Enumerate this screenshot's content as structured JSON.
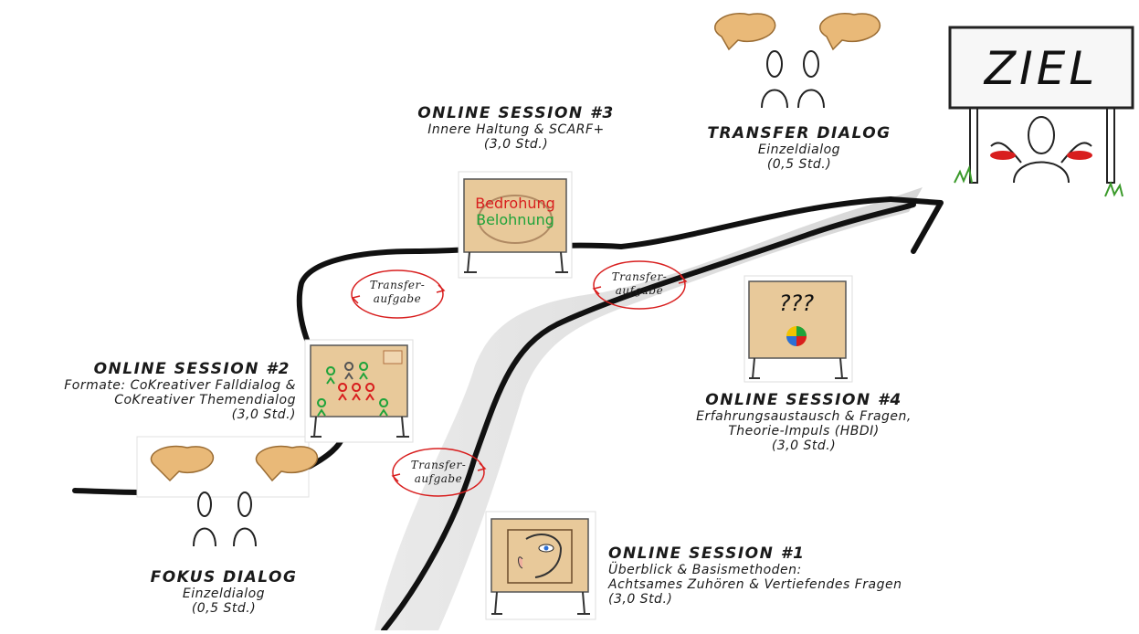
{
  "goal": {
    "label": "ZIEL"
  },
  "transfer_task": {
    "line1": "Transfer-",
    "line2": "aufgabe"
  },
  "fokus": {
    "title": "FOKUS DIALOG",
    "sub": "Einzeldialog",
    "duration": "(0,5 Std.)"
  },
  "session1": {
    "title": "ONLINE SESSION #1",
    "line1": "Überblick & Basismethoden:",
    "line2": "Achtsames Zuhören & Vertiefendes Fragen",
    "duration": "(3,0 Std.)"
  },
  "session2": {
    "title": "ONLINE SESSION #2",
    "line1": "Formate: CoKreativer Falldialog &",
    "line2": "CoKreativer Themendialog",
    "duration": "(3,0 Std.)"
  },
  "session3": {
    "title": "ONLINE SESSION #3",
    "line1": "Innere Haltung & SCARF+",
    "duration": "(3,0 Std.)",
    "board_red": "Bedrohung",
    "board_green": "Belohnung"
  },
  "session4": {
    "title": "ONLINE SESSION #4",
    "line1": "Erfahrungsaustausch & Fragen,",
    "line2": "Theorie-Impuls (HBDI)",
    "duration": "(3,0 Std.)",
    "board_text": "???"
  },
  "transfer_dialog": {
    "title": "TRANSFER DIALOG",
    "sub": "Einzeldialog",
    "duration": "(0,5 Std.)"
  },
  "colors": {
    "road": "#111111",
    "shadow": "#d9d9d9",
    "board": "#e8c99a",
    "bubble": "#e9b978",
    "red": "#d81e1e",
    "green": "#1fa33a"
  }
}
